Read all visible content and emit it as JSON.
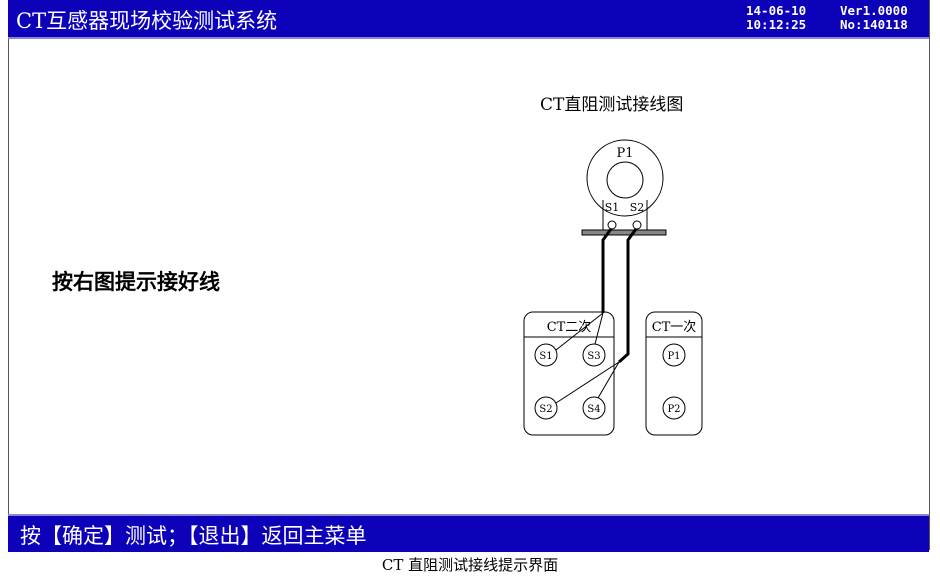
{
  "header": {
    "title": "CT互感器现场校验测试系统",
    "date": "14-06-10",
    "time": "10:12:25",
    "version": "Ver1.0000",
    "serial": "No:140118"
  },
  "main": {
    "hint": "按右图提示接好线",
    "diagram_title": "CT直阻测试接线图",
    "ct": {
      "primary_label": "P1",
      "s1": "S1",
      "s2": "S2"
    },
    "secondary_box": {
      "title": "CT二次",
      "terminals": [
        "S1",
        "S3",
        "S2",
        "S4"
      ]
    },
    "primary_box": {
      "title": "CT一次",
      "terminals": [
        "P1",
        "P2"
      ]
    }
  },
  "footer": {
    "instruction": "按【确定】测试；【退出】返回主菜单"
  },
  "caption": "CT 直阻测试接线提示界面"
}
